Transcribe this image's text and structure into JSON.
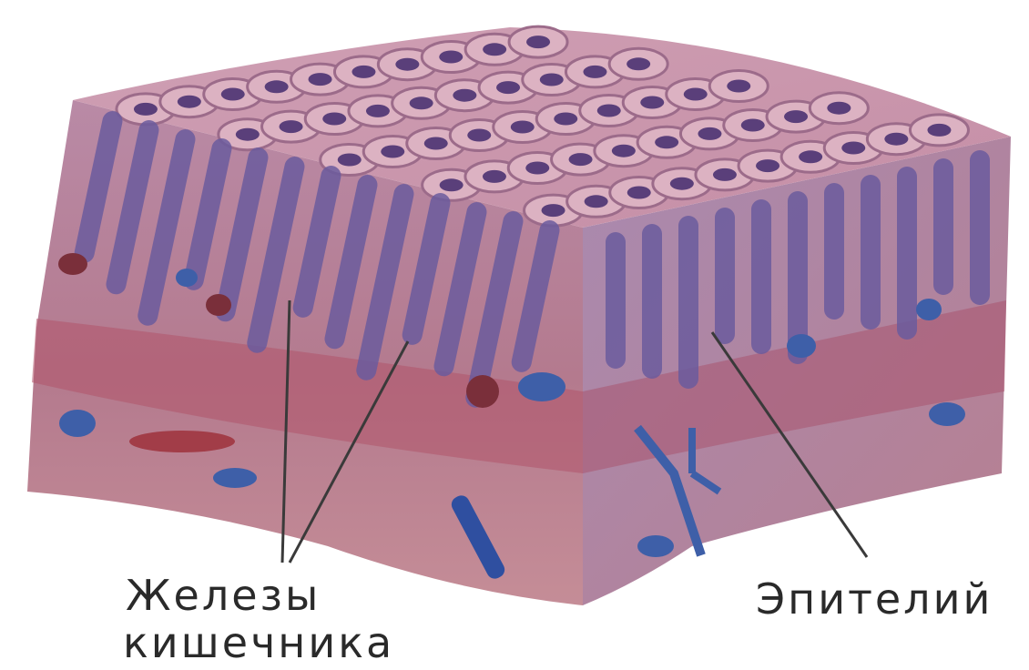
{
  "labels": {
    "glands_line1": "Железы",
    "glands_line2": "кишечника",
    "epithelium": "Эпителий"
  },
  "colors": {
    "tissue": "#b97a8e",
    "top_surface": "#c98ea4",
    "glands": "#6b5c9e",
    "muscle_band": "#b0546a",
    "leader_line": "#3a3a3a"
  }
}
